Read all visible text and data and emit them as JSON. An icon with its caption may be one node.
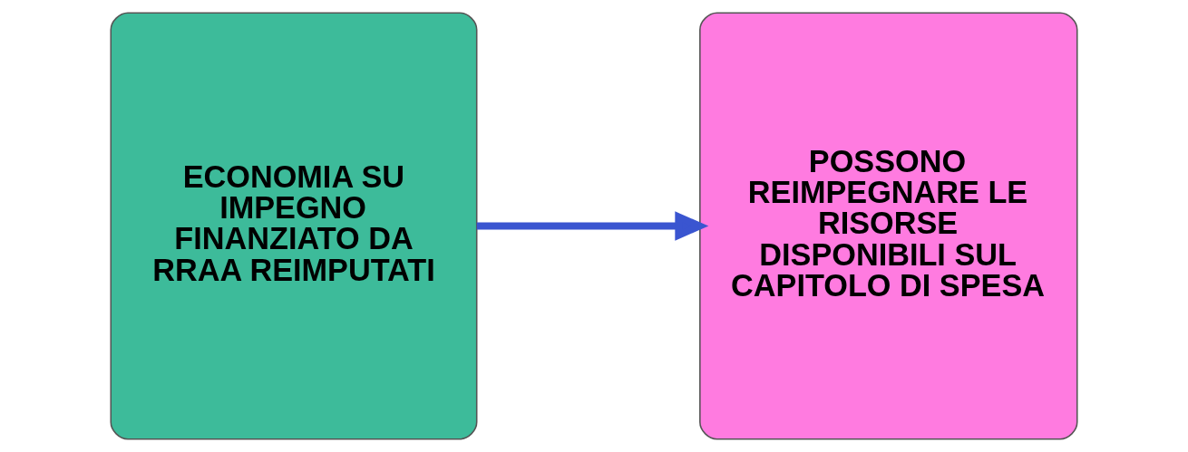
{
  "diagram": {
    "nodes": [
      {
        "text": [
          "ECONOMIA SU IMPEGNO FINANZIATO DA RRAA REIMPUTATI"
        ]
      },
      {
        "text": [
          "POSSONO REIMPEGNARE LE RISORSE DISPONIBILI SUL CAPITOLO DI SPESA"
        ]
      }
    ],
    "edges": [
      {
        "from": 0,
        "to": 1,
        "arrow": "to"
      }
    ]
  }
}
